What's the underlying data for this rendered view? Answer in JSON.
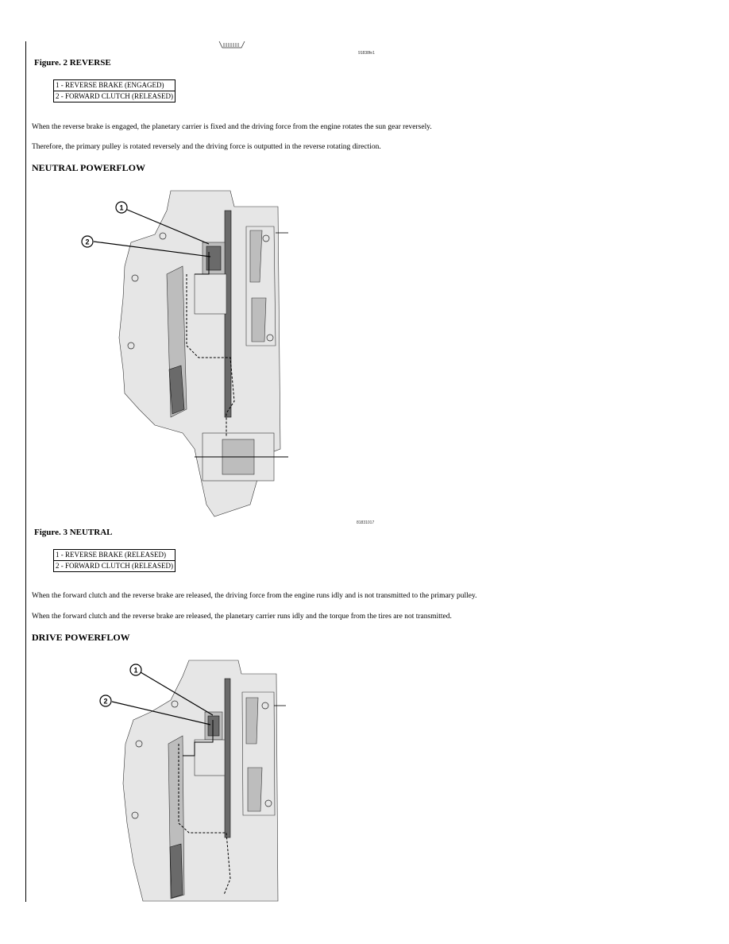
{
  "figure2": {
    "image_code": "91838fe1",
    "title": "Figure. 2 REVERSE",
    "legend": [
      "1 - REVERSE BRAKE (ENGAGED)",
      "2 - FORWARD CLUTCH (RELEASED)"
    ]
  },
  "reverse_text": {
    "p1": "When the reverse brake is engaged, the planetary carrier is fixed and the driving force from the engine rotates the sun gear reversely.",
    "p2": "Therefore, the primary pulley is rotated reversely and the driving force is outputted in the reverse rotating direction."
  },
  "neutral": {
    "heading": "NEUTRAL POWERFLOW",
    "callouts": [
      "1",
      "2"
    ],
    "image_code": "81831017",
    "title": "Figure. 3 NEUTRAL",
    "legend": [
      "1 - REVERSE BRAKE (RELEASED)",
      "2 - FORWARD CLUTCH (RELEASED)"
    ],
    "p1": "When the forward clutch and the reverse brake are released, the driving force from the engine runs idly and is not transmitted to the primary pulley.",
    "p2": "When the forward clutch and the reverse brake are released, the planetary carrier runs idly and the torque from the tires are not transmitted."
  },
  "drive": {
    "heading": "DRIVE POWERFLOW",
    "callouts": [
      "1",
      "2"
    ]
  }
}
